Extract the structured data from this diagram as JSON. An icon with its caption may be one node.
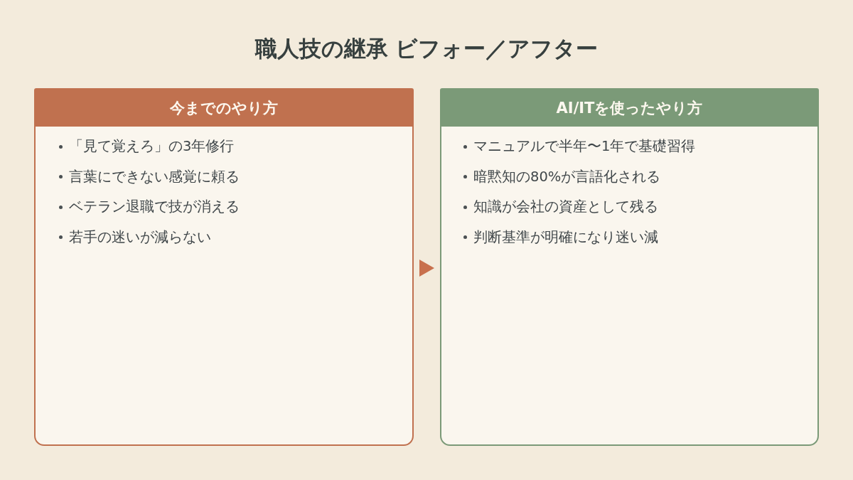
{
  "diagram": {
    "title": "職人技の継承 ビフォー／アフター",
    "nodes": [
      {
        "text": [
          "今までのやり方",
          "「見て覚えろ」の3年修行",
          "言葉にできない感覚に頼る",
          "ベテラン退職で技が消える",
          "若手の迷いが減らない"
        ]
      },
      {
        "text": [
          "AI/ITを使ったやり方",
          "マニュアルで半年〜1年で基礎習得",
          "暗黙知の80%が言語化される",
          "知識が会社の資産として残る",
          "判断基準が明確になり迷い減"
        ]
      }
    ],
    "edges": [
      {
        "from": 0,
        "to": 1,
        "arrow": "to"
      }
    ]
  }
}
